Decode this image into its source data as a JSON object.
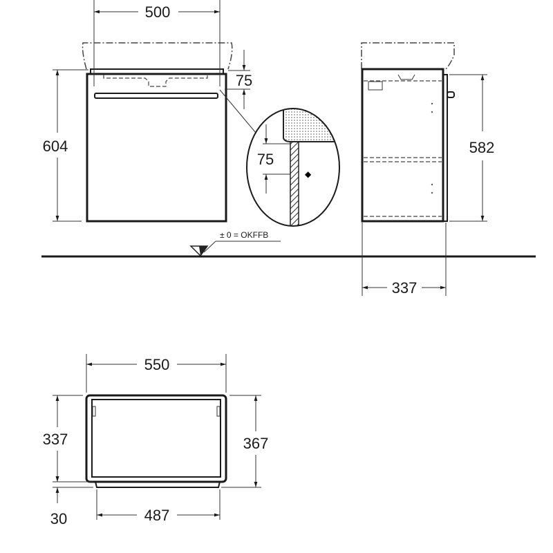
{
  "title": "Vanity unit dimension drawing",
  "front_view": {
    "width_label": "500",
    "height_label": "604",
    "handle_offset_label": "75",
    "detail_offset_label": "75",
    "floor_reference_label": "± 0 = OKFFB"
  },
  "side_view": {
    "height_label": "582",
    "depth_label": "337"
  },
  "plan_view": {
    "outer_width_label": "550",
    "inner_width_label": "487",
    "depth_label": "337",
    "overall_depth_label": "367",
    "offset_label": "30"
  }
}
